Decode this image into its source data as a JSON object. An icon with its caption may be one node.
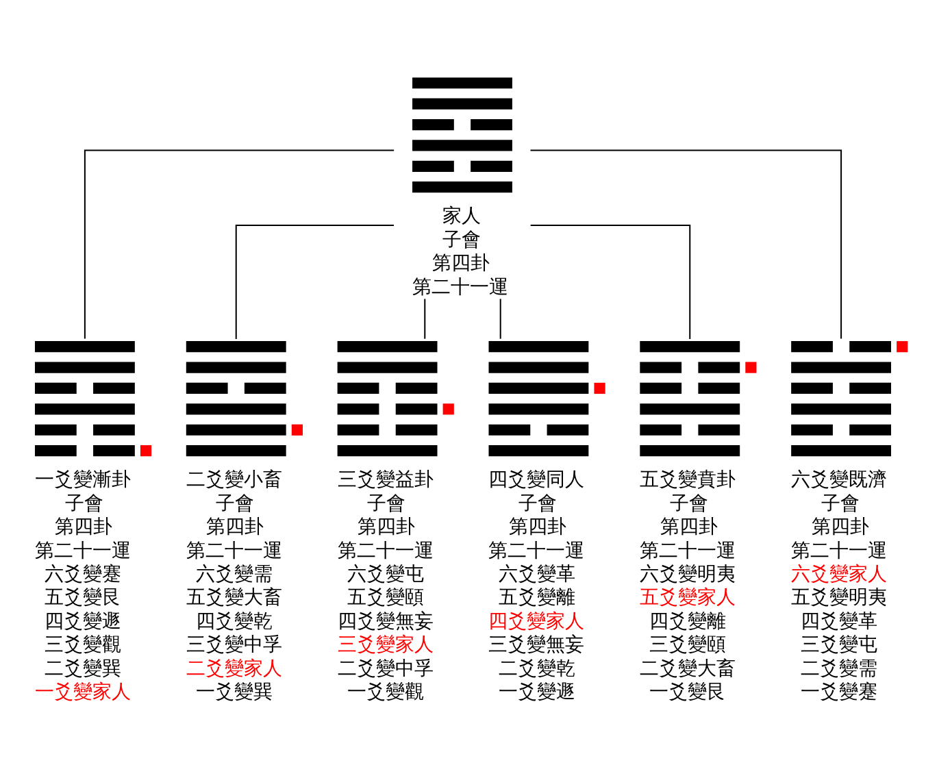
{
  "diagram": {
    "nodes": [
      {
        "text": [
          "家人",
          "子會",
          "第四卦",
          "第二十一運"
        ]
      },
      {
        "text": [
          "一爻變漸卦",
          "子會",
          "第四卦",
          "第二十一運",
          "六爻變蹇",
          "五爻變艮",
          "四爻變遯",
          "三爻變觀",
          "二爻變巽",
          "一爻變家人"
        ]
      },
      {
        "text": [
          "二爻變小畜",
          "子會",
          "第四卦",
          "第二十一運",
          "六爻變需",
          "五爻變大畜",
          "四爻變乾",
          "三爻變中孚",
          "二爻變家人",
          "一爻變巽"
        ]
      },
      {
        "text": [
          "三爻變益卦",
          "子會",
          "第四卦",
          "第二十一運",
          "六爻變屯",
          "五爻變頤",
          "四爻變無妄",
          "三爻變家人",
          "二爻變中孚",
          "一爻變觀"
        ]
      },
      {
        "text": [
          "四爻變同人",
          "子會",
          "第四卦",
          "第二十一運",
          "六爻變革",
          "五爻變離",
          "四爻變家人",
          "三爻變無妄",
          "二爻變乾",
          "一爻變遯"
        ]
      },
      {
        "text": [
          "五爻變賁卦",
          "子會",
          "第四卦",
          "第二十一運",
          "六爻變明夷",
          "五爻變家人",
          "四爻變離",
          "三爻變頤",
          "二爻變大畜",
          "一爻變艮"
        ]
      },
      {
        "text": [
          "六爻變既濟",
          "子會",
          "第四卦",
          "第二十一運",
          "六爻變家人",
          "五爻變明夷",
          "四爻變革",
          "三爻變屯",
          "二爻變需",
          "一爻變蹇"
        ]
      }
    ],
    "edges": [
      {
        "from": 0,
        "to": 1,
        "arrow": "none"
      },
      {
        "from": 0,
        "to": 2,
        "arrow": "none"
      },
      {
        "from": 0,
        "to": 3,
        "arrow": "none"
      },
      {
        "from": 0,
        "to": 4,
        "arrow": "none"
      },
      {
        "from": 0,
        "to": 5,
        "arrow": "none"
      },
      {
        "from": 0,
        "to": 6,
        "arrow": "none"
      }
    ]
  }
}
